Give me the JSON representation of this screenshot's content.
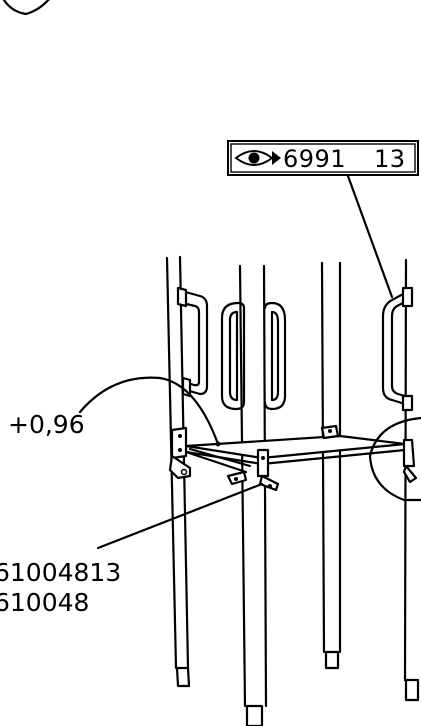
{
  "reference_box": {
    "icon": "eye-icon",
    "code_prefix": "6991",
    "code_suffix": "13"
  },
  "callouts": {
    "height_offset": "+0,96",
    "part_number_1": "61004813",
    "part_number_2": "610048"
  }
}
